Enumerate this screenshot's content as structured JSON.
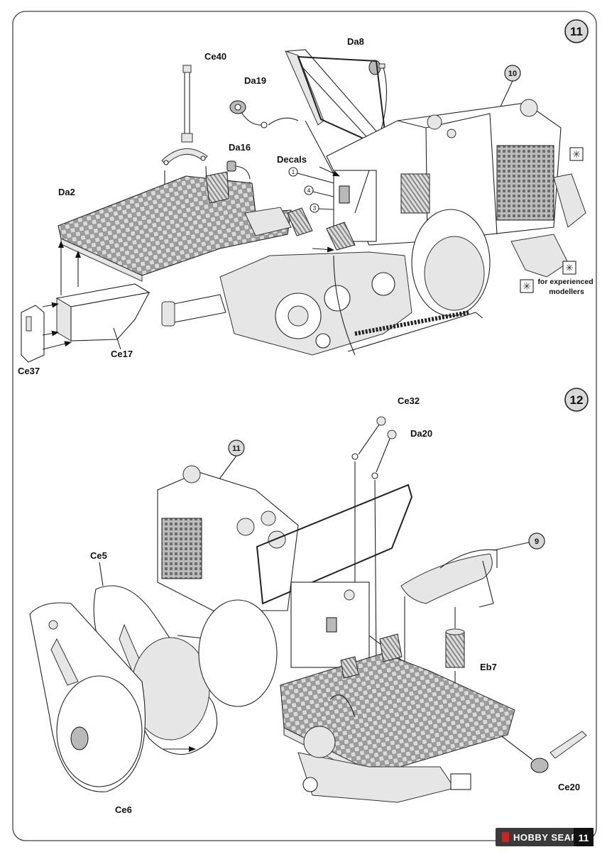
{
  "page_number": "11",
  "watermark": {
    "text": "HOBBY SEARCH"
  },
  "steps": [
    {
      "number": "11",
      "assembly_ref": "10",
      "parts": {
        "ce40": "Ce40",
        "da19": "Da19",
        "da8": "Da8",
        "da16": "Da16",
        "decals": "Decals",
        "da2": "Da2",
        "ce17": "Ce17",
        "ce37": "Ce37"
      },
      "decal_numbers": [
        "1",
        "4",
        "3"
      ],
      "note": "for experienced modellers"
    },
    {
      "number": "12",
      "assembly_ref": "11",
      "sub_assembly_ref": "9",
      "parts": {
        "ce32": "Ce32",
        "da20": "Da20",
        "ce5": "Ce5",
        "eb7": "Eb7",
        "ce6": "Ce6",
        "ce20": "Ce20"
      }
    }
  ]
}
